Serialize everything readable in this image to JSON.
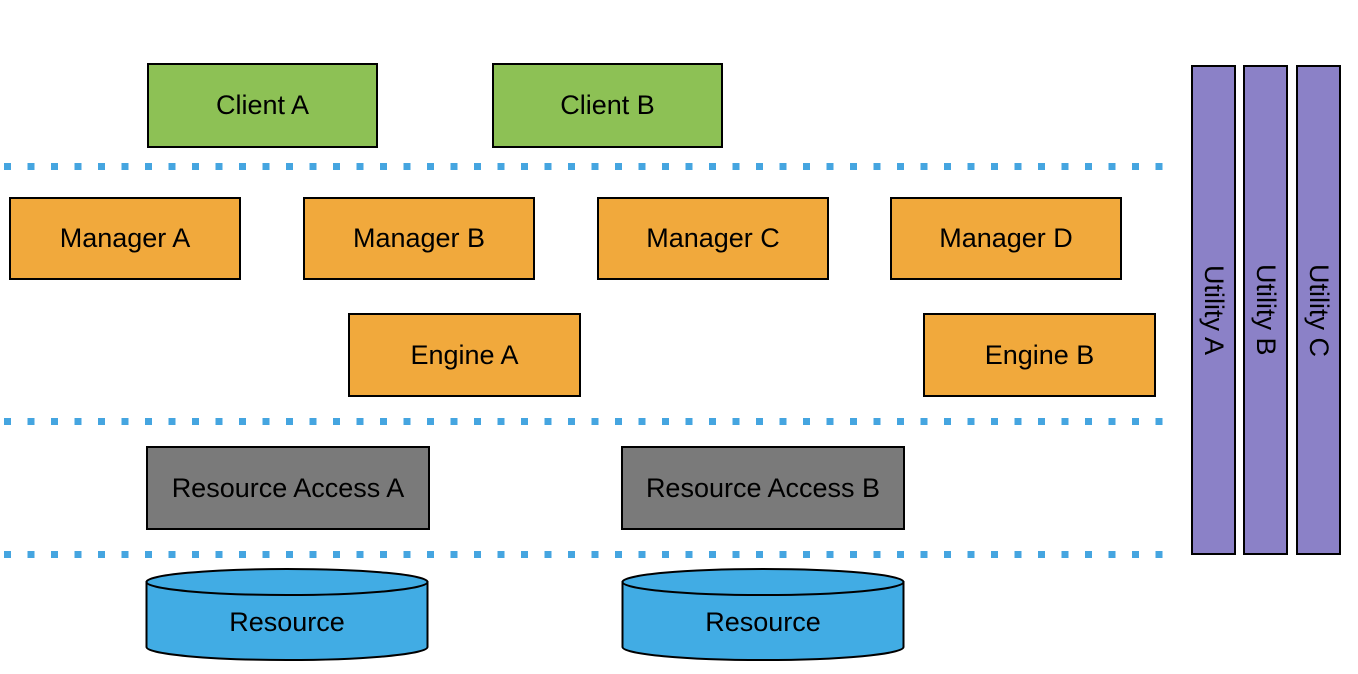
{
  "colors": {
    "client_fill": "#8dc155",
    "manager_fill": "#f1a93c",
    "engine_fill": "#f1a93c",
    "resource_access_fill": "#7a7a7a",
    "resource_fill": "#41ace4",
    "utility_fill": "#8b81c7",
    "divider_color": "#45a5e0",
    "border": "#000000"
  },
  "nodes": {
    "clients": [
      {
        "label": "Client A"
      },
      {
        "label": "Client B"
      }
    ],
    "managers": [
      {
        "label": "Manager A"
      },
      {
        "label": "Manager B"
      },
      {
        "label": "Manager C"
      },
      {
        "label": "Manager D"
      }
    ],
    "engines": [
      {
        "label": "Engine A"
      },
      {
        "label": "Engine B"
      }
    ],
    "resource_access": [
      {
        "label": "Resource Access A"
      },
      {
        "label": "Resource Access B"
      }
    ],
    "resources": [
      {
        "label": "Resource"
      },
      {
        "label": "Resource"
      }
    ],
    "utilities": [
      {
        "label": "Utility A"
      },
      {
        "label": "Utility B"
      },
      {
        "label": "Utility C"
      }
    ]
  }
}
